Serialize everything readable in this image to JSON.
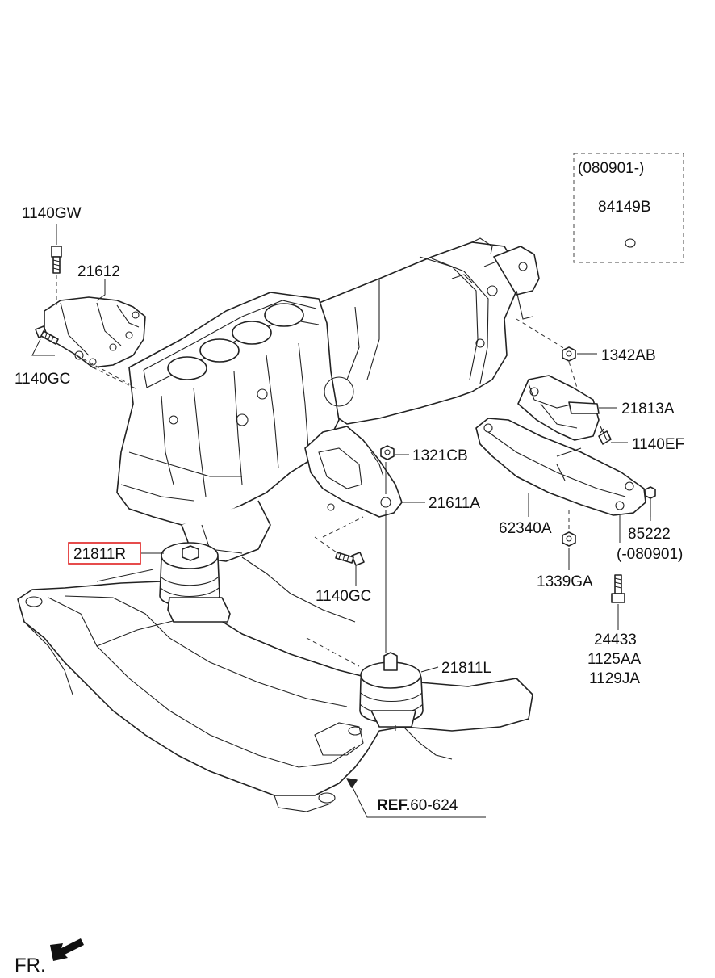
{
  "parts": {
    "p1140GW": "1140GW",
    "p21612": "21612",
    "p1140GC_left": "1140GC",
    "p1342AB": "1342AB",
    "p21813A": "21813A",
    "p1140EF": "1140EF",
    "p1321CB": "1321CB",
    "p21611A": "21611A",
    "p62340A": "62340A",
    "p85222": "85222",
    "p85222_note": "(-080901)",
    "p1339GA": "1339GA",
    "p1140GC_mid": "1140GC",
    "p24433": "24433",
    "p1125AA": "1125AA",
    "p1129JA": "1129JA",
    "p21811R": "21811R",
    "p21811L": "21811L"
  },
  "inset": {
    "date": "(080901-)",
    "part": "84149B"
  },
  "reference": {
    "prefix": "REF.",
    "code": "60-624"
  },
  "direction": {
    "label": "FR.",
    "icon": "arrow-icon"
  },
  "highlight_color": "#e02020"
}
